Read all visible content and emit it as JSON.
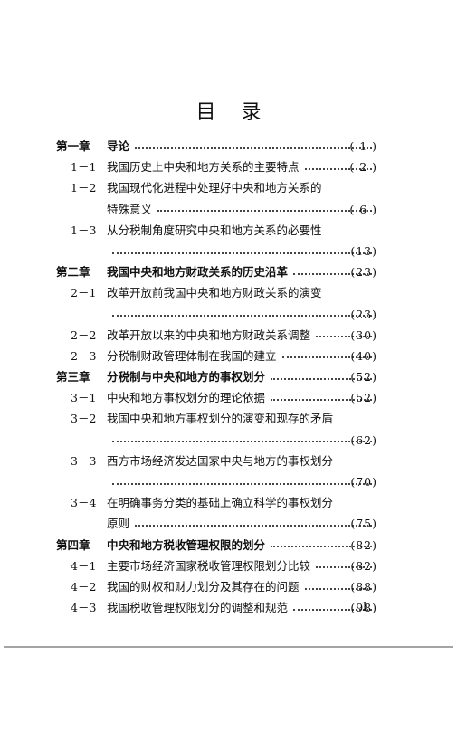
{
  "header": {
    "title": "目录"
  },
  "toc": [
    {
      "type": "chapter",
      "num": "第一章",
      "lines": [
        "导论"
      ],
      "page": "( 1 )"
    },
    {
      "type": "sub",
      "num": "1－1",
      "lines": [
        "我国历史上中央和地方关系的主要特点"
      ],
      "page": "( 2 )"
    },
    {
      "type": "sub",
      "num": "1－2",
      "lines": [
        "我国现代化进程中处理好中央和地方关系的",
        "特殊意义"
      ],
      "page": "( 6 )"
    },
    {
      "type": "sub",
      "num": "1－3",
      "lines": [
        "从分税制角度研究中央和地方关系的必要性",
        ""
      ],
      "page": "(13)"
    },
    {
      "type": "chapter",
      "num": "第二章",
      "lines": [
        "我国中央和地方财政关系的历史沿革"
      ],
      "page": "(23)"
    },
    {
      "type": "sub",
      "num": "2－1",
      "lines": [
        "改革开放前我国中央和地方财政关系的演变",
        ""
      ],
      "page": "(23)"
    },
    {
      "type": "sub",
      "num": "2－2",
      "lines": [
        "改革开放以来的中央和地方财政关系调整"
      ],
      "page": "(30)"
    },
    {
      "type": "sub",
      "num": "2－3",
      "lines": [
        "分税制财政管理体制在我国的建立"
      ],
      "page": "(40)"
    },
    {
      "type": "chapter",
      "num": "第三章",
      "lines": [
        "分税制与中央和地方的事权划分"
      ],
      "page": "(52)"
    },
    {
      "type": "sub",
      "num": "3－1",
      "lines": [
        "中央和地方事权划分的理论依据"
      ],
      "page": "(52)"
    },
    {
      "type": "sub",
      "num": "3－2",
      "lines": [
        "我国中央和地方事权划分的演变和现存的矛盾",
        ""
      ],
      "page": "(62)"
    },
    {
      "type": "sub",
      "num": "3－3",
      "lines": [
        "西方市场经济发达国家中央与地方的事权划分",
        ""
      ],
      "page": "(70)"
    },
    {
      "type": "sub",
      "num": "3－4",
      "lines": [
        "在明确事务分类的基础上确立科学的事权划分",
        "原则"
      ],
      "page": "(75)"
    },
    {
      "type": "chapter",
      "num": "第四章",
      "lines": [
        "中央和地方税收管理权限的划分"
      ],
      "page": "(82)"
    },
    {
      "type": "sub",
      "num": "4－1",
      "lines": [
        "主要市场经济国家税收管理权限划分比较"
      ],
      "page": "(82)"
    },
    {
      "type": "sub",
      "num": "4－2",
      "lines": [
        "我国的财权和财力划分及其存在的问题"
      ],
      "page": "(88)"
    },
    {
      "type": "sub",
      "num": "4－3",
      "lines": [
        "我国税收管理权限划分的调整和规范"
      ],
      "page": "(98)"
    }
  ],
  "footer": {
    "page_number": "1"
  }
}
